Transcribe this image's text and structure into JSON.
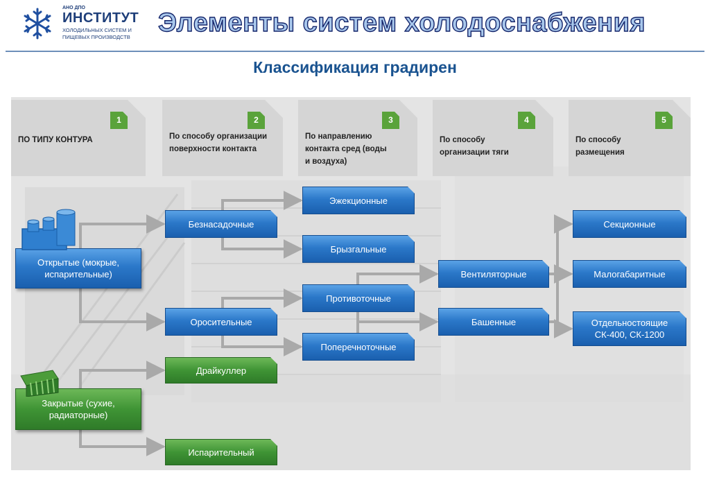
{
  "header": {
    "logo_small": "АНО ДПО",
    "logo_big": "ИНСТИТУТ",
    "logo_sub1": "ХОЛОДИЛЬНЫХ СИСТЕМ И",
    "logo_sub2": "ПИЩЕВЫХ ПРОИЗВОДСТВ",
    "title": "Элементы систем холодоснабжения",
    "subtitle": "Классификация градирен"
  },
  "categories": [
    {
      "num": "1",
      "label": "ПО ТИПУ КОНТУРА"
    },
    {
      "num": "2",
      "label": "По способу организации поверхности контакта"
    },
    {
      "num": "3",
      "label": "По направлению контакта сред (воды и воздуха)"
    },
    {
      "num": "4",
      "label": "По способу организации тяги"
    },
    {
      "num": "5",
      "label": "По способу размещения"
    }
  ],
  "nodes": {
    "open": "Открытые (мокрые, испарительные)",
    "closed": "Закрытые (сухие, радиаторные)",
    "no_fill": "Безнасадочные",
    "irrigation": "Оросительные",
    "drycooler": "Драйкуллер",
    "evaporative": "Испарительный",
    "ejection": "Эжекционные",
    "spray": "Брызгальные",
    "counterflow": "Противоточные",
    "crossflow": "Поперечноточные",
    "fan": "Вентиляторные",
    "tower": "Башенные",
    "sectional": "Секционные",
    "compact": "Малогабаритные",
    "freestanding": "Отдельностоящие СК-400, СК-1200"
  },
  "colors": {
    "node_blue": "#2b78c9",
    "node_green": "#3f9435",
    "number_badge": "#5aa33b",
    "connector": "#a9a9a9",
    "title_fill": "#a9c8ec",
    "title_outline": "#13246a",
    "subtitle": "#1a5390"
  },
  "icons": {
    "logo": "snowflake-icon",
    "open_type": "cooling-tower-icon",
    "closed_type": "radiator-icon"
  }
}
